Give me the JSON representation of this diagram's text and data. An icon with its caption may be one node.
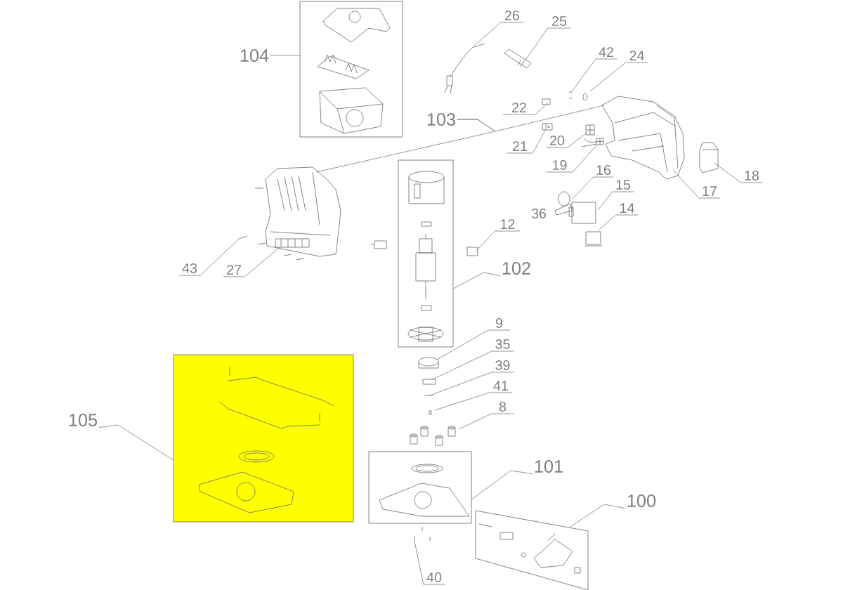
{
  "diagram": {
    "nodes": [
      {
        "text": [
          "104"
        ]
      },
      {
        "text": [],
        "shape": "box"
      },
      {
        "text": [
          "26"
        ]
      },
      {
        "text": [
          "25"
        ]
      },
      {
        "text": [
          "42"
        ]
      },
      {
        "text": [
          "24"
        ]
      },
      {
        "text": [
          "22"
        ]
      },
      {
        "text": [
          "103"
        ]
      },
      {
        "text": [
          "21"
        ]
      },
      {
        "text": [
          "20"
        ]
      },
      {
        "text": [
          "19"
        ]
      },
      {
        "text": [
          "16"
        ]
      },
      {
        "text": [
          "15"
        ]
      },
      {
        "text": [
          "14"
        ]
      },
      {
        "text": [
          "17"
        ]
      },
      {
        "text": [
          "18"
        ]
      },
      {
        "text": [
          "12"
        ]
      },
      {
        "text": [
          "43"
        ]
      },
      {
        "text": [
          "27"
        ]
      },
      {
        "text": [
          "102"
        ]
      },
      {
        "text": [],
        "shape": "box"
      },
      {
        "text": [
          "9"
        ]
      },
      {
        "text": [
          "35"
        ]
      },
      {
        "text": [
          "39"
        ]
      },
      {
        "text": [
          "41"
        ]
      },
      {
        "text": [
          "8"
        ]
      },
      {
        "text": [
          "105"
        ]
      },
      {
        "text": [],
        "shape": "box"
      },
      {
        "text": [
          "101"
        ]
      },
      {
        "text": [],
        "shape": "box"
      },
      {
        "text": [
          "100"
        ]
      },
      {
        "text": [],
        "shape": "box"
      },
      {
        "text": [
          "40"
        ]
      },
      {
        "text": [],
        "shape": "picture"
      },
      {
        "text": [],
        "shape": "picture"
      },
      {
        "text": [],
        "shape": "picture"
      }
    ],
    "edges": [
      {
        "from": 0,
        "to": 1,
        "arrow": "none"
      },
      {
        "from": 2,
        "to": null,
        "arrow": "none"
      },
      {
        "from": 3,
        "to": null,
        "arrow": "none"
      },
      {
        "from": 4,
        "to": null,
        "arrow": "none"
      },
      {
        "from": 5,
        "to": null,
        "arrow": "none"
      },
      {
        "from": 6,
        "to": null,
        "arrow": "none"
      },
      {
        "from": 7,
        "to": null,
        "arrow": "none"
      },
      {
        "from": 7,
        "to": null,
        "arrow": "none"
      },
      {
        "from": 8,
        "to": 33,
        "arrow": "none"
      },
      {
        "from": 9,
        "to": 35,
        "arrow": "none"
      },
      {
        "from": 10,
        "to": 34,
        "arrow": "none"
      },
      {
        "from": 11,
        "to": null,
        "arrow": "none"
      },
      {
        "from": 12,
        "to": null,
        "arrow": "none"
      },
      {
        "from": 13,
        "to": null,
        "arrow": "none"
      },
      {
        "from": 14,
        "to": null,
        "arrow": "none"
      },
      {
        "from": 15,
        "to": null,
        "arrow": "none"
      },
      {
        "from": 16,
        "to": null,
        "arrow": "none"
      },
      {
        "from": 17,
        "to": null,
        "arrow": "none"
      },
      {
        "from": 18,
        "to": null,
        "arrow": "none"
      },
      {
        "from": 19,
        "to": 20,
        "arrow": "none"
      },
      {
        "from": 21,
        "to": null,
        "arrow": "none"
      },
      {
        "from": 22,
        "to": null,
        "arrow": "none"
      },
      {
        "from": 23,
        "to": null,
        "arrow": "none"
      },
      {
        "from": 24,
        "to": null,
        "arrow": "none"
      },
      {
        "from": 25,
        "to": null,
        "arrow": "none"
      },
      {
        "from": 26,
        "to": 27,
        "arrow": "none"
      },
      {
        "from": 28,
        "to": 29,
        "arrow": "none"
      },
      {
        "from": 30,
        "to": 31,
        "arrow": "none"
      },
      {
        "from": 32,
        "to": null,
        "arrow": "none"
      }
    ],
    "labels": [
      "36"
    ]
  }
}
